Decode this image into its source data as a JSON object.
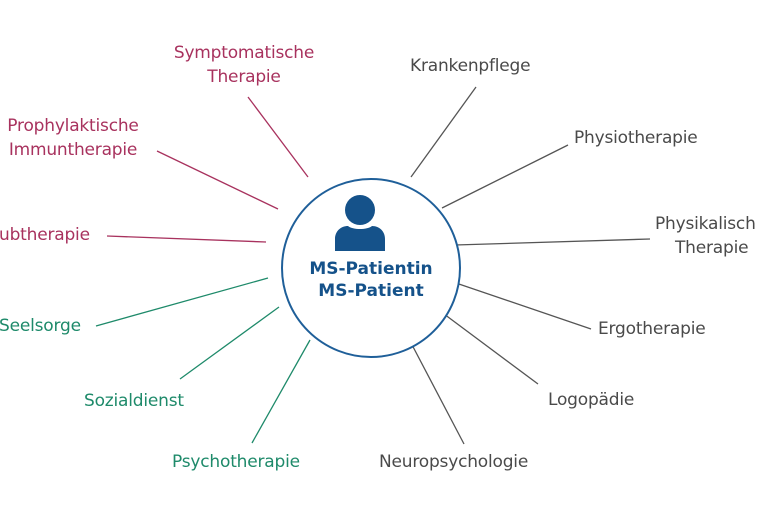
{
  "center": {
    "line1": "MS-Patientin",
    "line2": "MS-Patient",
    "icon": "person-icon"
  },
  "colors": {
    "red": "#a8325e",
    "green": "#1e8a6a",
    "gray": "#4a4a4a",
    "blue": "#15528a",
    "circle": "#1f5f99"
  },
  "nodes": {
    "symptomatische": {
      "line1": "Symptomatische",
      "line2": "Therapie",
      "group": "red"
    },
    "prophylaktische": {
      "line1": "Prophylaktische",
      "line2": "Immuntherapie",
      "group": "red"
    },
    "schub": {
      "line1": "ubtherapie",
      "group": "red"
    },
    "seelsorge": {
      "line1": "Seelsorge",
      "group": "green"
    },
    "sozialdienst": {
      "line1": "Sozialdienst",
      "group": "green"
    },
    "psychotherapie": {
      "line1": "Psychotherapie",
      "group": "green"
    },
    "krankenpflege": {
      "line1": "Krankenpflege",
      "group": "gray"
    },
    "physiotherapie": {
      "line1": "Physiotherapie",
      "group": "gray"
    },
    "physikalische": {
      "line1": "Physikalisch",
      "line2": "Therapie",
      "group": "gray"
    },
    "ergotherapie": {
      "line1": "Ergotherapie",
      "group": "gray"
    },
    "logopaedie": {
      "line1": "Logopädie",
      "group": "gray"
    },
    "neuropsychologie": {
      "line1": "Neuropsychologie",
      "group": "gray"
    }
  }
}
